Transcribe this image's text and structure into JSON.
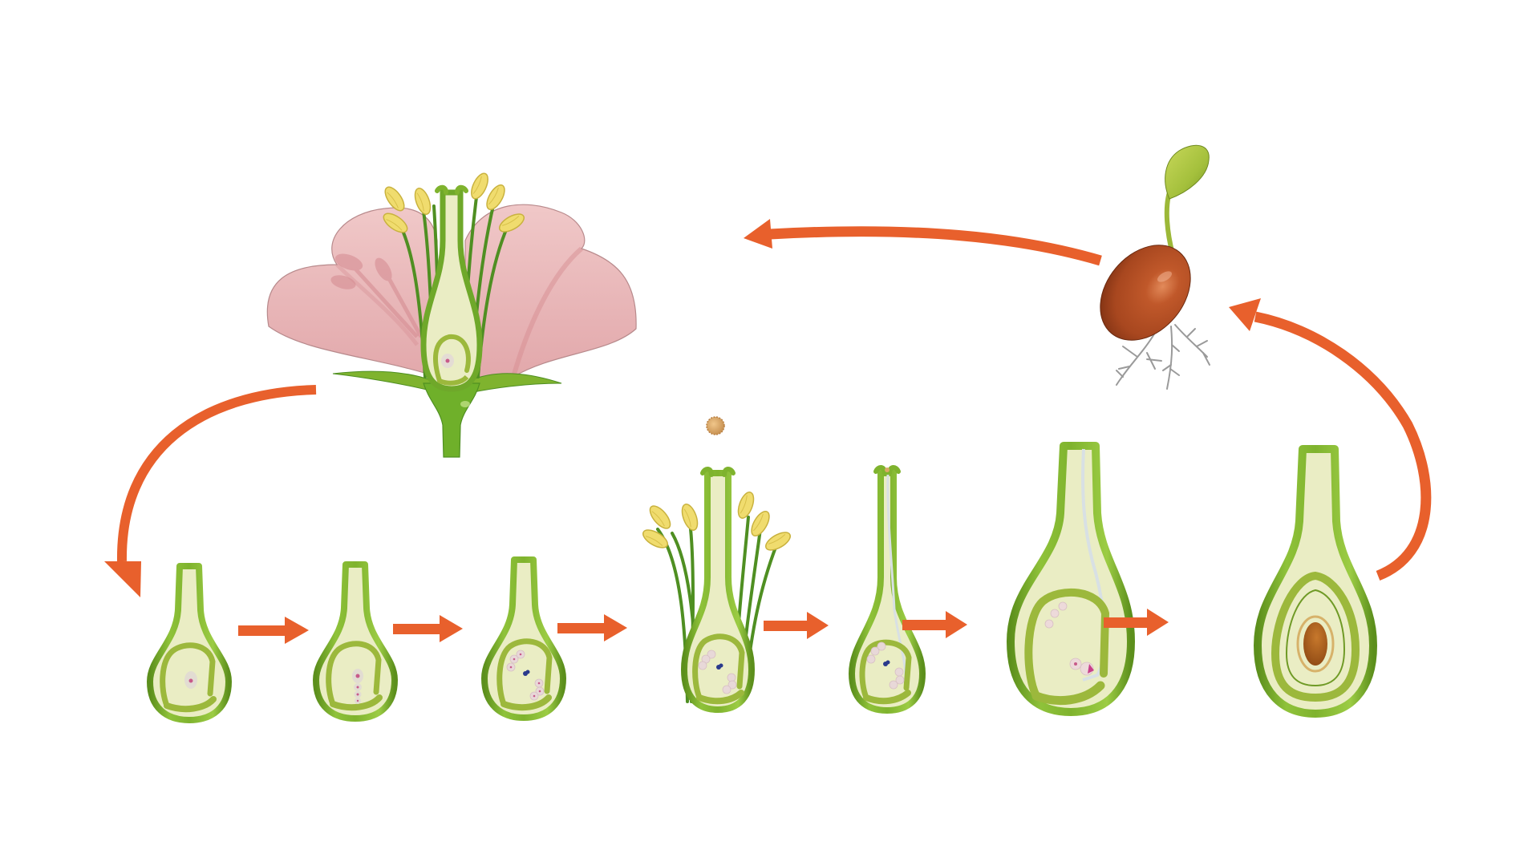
{
  "diagram": {
    "subject": "Flowering plant life cycle",
    "colors": {
      "background": "#ffffff",
      "arrow": "#e8602c",
      "wall_outer": "#7fb32e",
      "wall_dark": "#5c8f1c",
      "wall_highlight": "#b6d65a",
      "ovary_fill": "#eaedc4",
      "integument": "#9cb83c",
      "petal": "#eab9bb",
      "petal_shadow": "#d4898f",
      "anther": "#f0dc6e",
      "filament": "#4f8f22",
      "seed": "#a8471f",
      "seed_highlight": "#d06a3a",
      "root": "#9a9a9a",
      "cotyledon": "#a9c43e",
      "pollen": "#d9a866",
      "embryo": "#8f4a14",
      "nucleus_pink": "#c85a8a",
      "nucleus_blue": "#2a3a8c"
    },
    "stages": [
      {
        "id": "flower",
        "label": "Flower (longitudinal section)"
      },
      {
        "id": "ovary-1",
        "label": "Ovary with megaspore mother cell"
      },
      {
        "id": "ovary-2",
        "label": "Megaspore tetrad"
      },
      {
        "id": "ovary-3",
        "label": "Embryo sac formation"
      },
      {
        "id": "ovary-4",
        "label": "Pollination"
      },
      {
        "id": "ovary-5",
        "label": "Pollen tube growth"
      },
      {
        "id": "ovary-6",
        "label": "Fertilization"
      },
      {
        "id": "ovary-7",
        "label": "Seed development"
      },
      {
        "id": "seedling",
        "label": "Germinating seed"
      }
    ],
    "arrows": [
      {
        "id": "flower-to-ovary-1",
        "shape": "curved"
      },
      {
        "id": "ovary-1-to-2",
        "shape": "straight"
      },
      {
        "id": "ovary-2-to-3",
        "shape": "straight"
      },
      {
        "id": "ovary-3-to-4",
        "shape": "straight"
      },
      {
        "id": "ovary-4-to-5",
        "shape": "straight"
      },
      {
        "id": "ovary-5-to-6",
        "shape": "straight"
      },
      {
        "id": "ovary-6-to-7",
        "shape": "straight"
      },
      {
        "id": "ovary-7-to-seedling",
        "shape": "curved"
      },
      {
        "id": "seedling-to-flower",
        "shape": "curved"
      }
    ]
  }
}
